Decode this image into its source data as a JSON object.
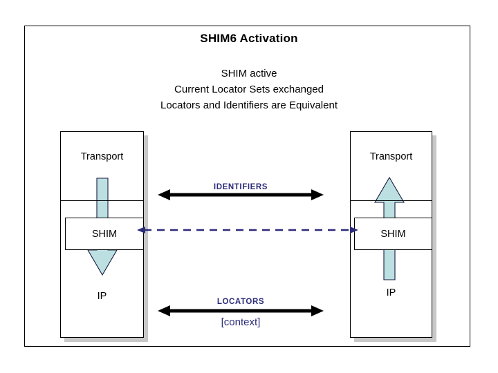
{
  "slide": {
    "title": "SHIM6 Activation",
    "subtitle_lines": [
      "SHIM active",
      "Current Locator Sets exchanged",
      "Locators and Identifiers are Equivalent"
    ]
  },
  "colors": {
    "frame_border": "#000000",
    "stack_border": "#000000",
    "stack_shadow": "#c8c8c8",
    "flow_arrow_fill": "#bce0e2",
    "flow_arrow_stroke": "#1a1a3c",
    "label_navy": "#2b2b7a",
    "connector_black": "#000000",
    "dashed_navy": "#2b2b7a",
    "background": "#ffffff"
  },
  "left_stack": {
    "name": "host-a-protocol-stack",
    "upper_layer": "Transport",
    "middle_layer": "SHIM",
    "lower_layer": "IP",
    "flow_direction": "down"
  },
  "right_stack": {
    "name": "host-b-protocol-stack",
    "upper_layer": "Transport",
    "middle_layer": "SHIM",
    "lower_layer": "IP",
    "flow_direction": "up"
  },
  "connectors": {
    "identifiers": {
      "label": "IDENTIFIERS",
      "style": "solid-double-arrow"
    },
    "shim_link": {
      "label": "",
      "style": "dashed-double-arrow"
    },
    "locators": {
      "label": "LOCATORS",
      "sublabel": "[context]",
      "style": "solid-double-arrow"
    }
  }
}
